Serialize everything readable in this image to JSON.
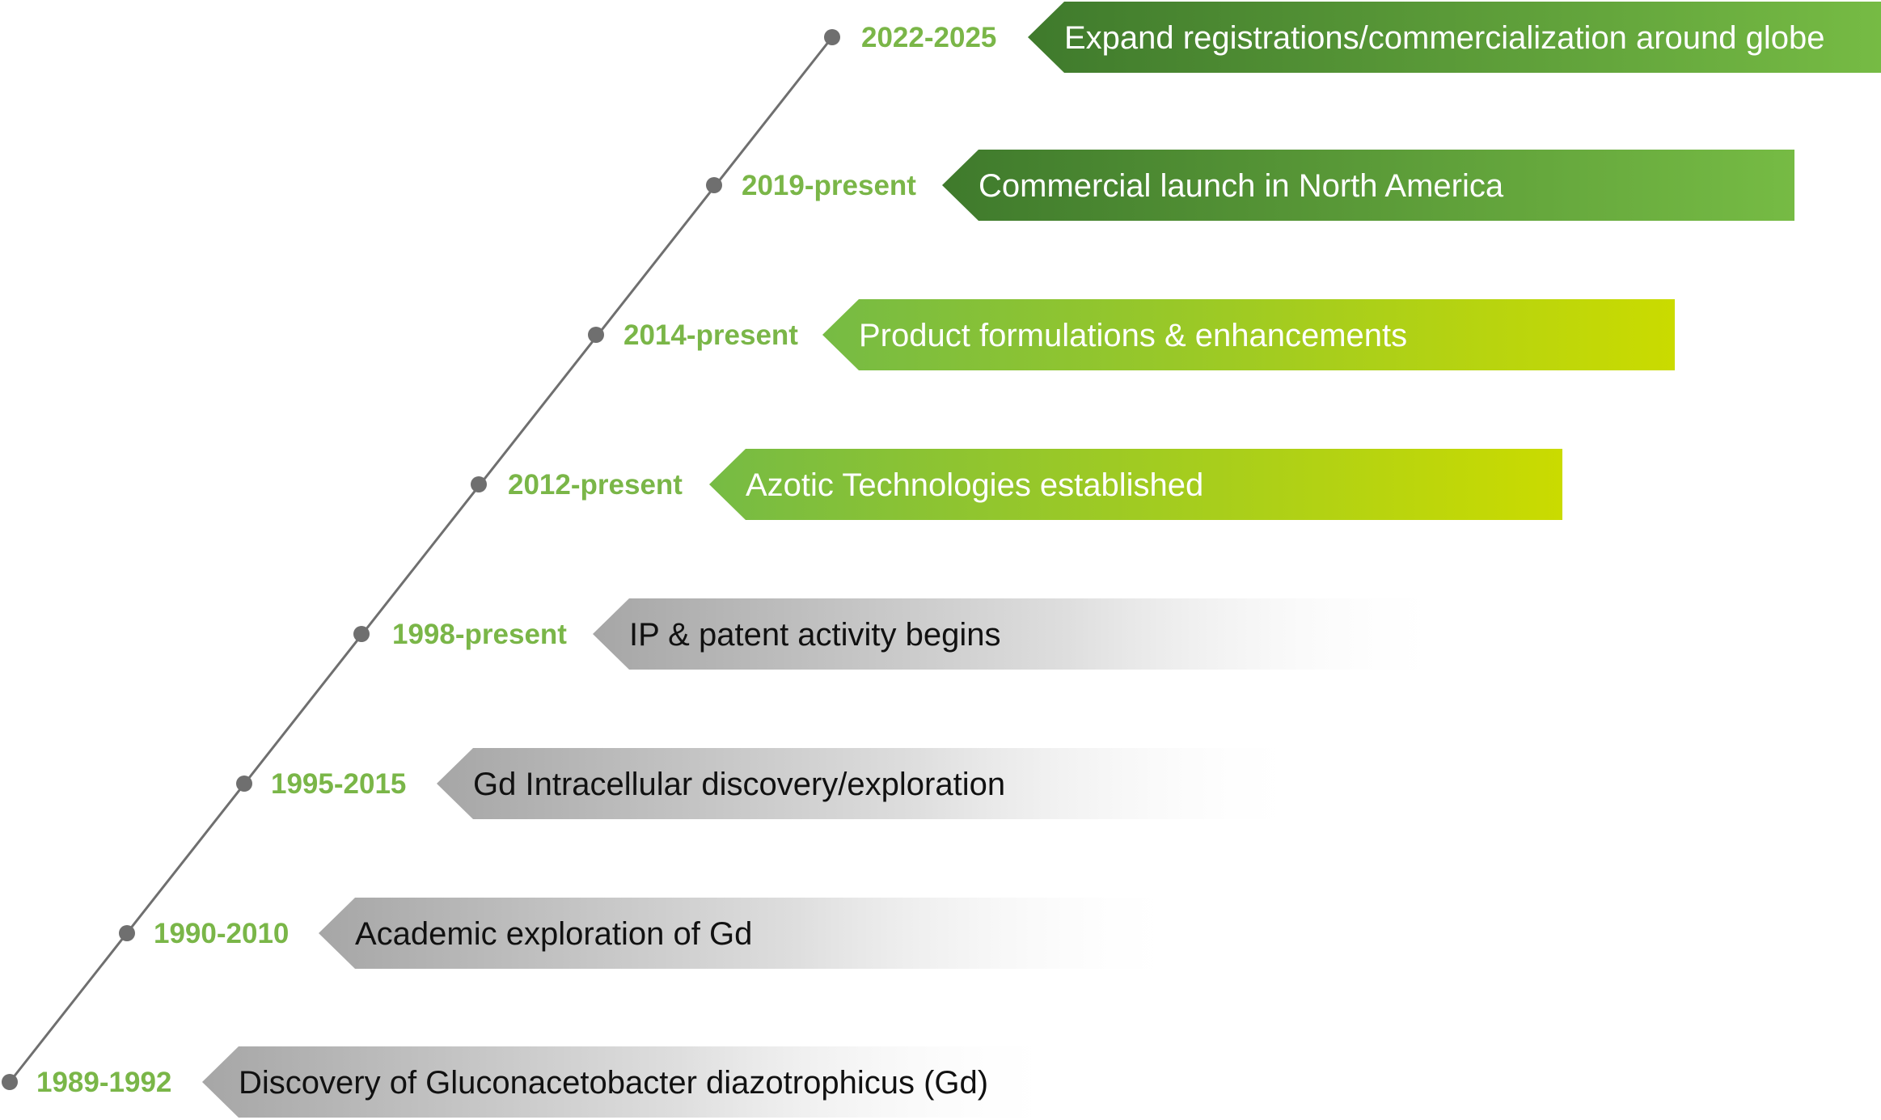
{
  "timeline": {
    "colors": {
      "line": "#6f6f6f",
      "dot": "#6f6f6f",
      "year_text": "#7ab648",
      "green_dark": "#3f7a2c",
      "green_mid": "#76bb44",
      "green_light": "#cadb00",
      "gray": "#a6a6a6",
      "white": "#ffffff",
      "dark_text": "#111111"
    },
    "milestones": [
      {
        "year": "1989-1992",
        "label": "Discovery of Gluconacetobacter diazotrophicus (Gd)",
        "style": "gray"
      },
      {
        "year": "1990-2010",
        "label": "Academic exploration of Gd",
        "style": "gray"
      },
      {
        "year": "1995-2015",
        "label": "Gd Intracellular discovery/exploration",
        "style": "gray"
      },
      {
        "year": "1998-present",
        "label": "IP & patent activity begins",
        "style": "gray"
      },
      {
        "year": "2012-present",
        "label": "Azotic Technologies established",
        "style": "lime"
      },
      {
        "year": "2014-present",
        "label": "Product formulations & enhancements",
        "style": "lime"
      },
      {
        "year": "2019-present",
        "label": "Commercial launch in North America",
        "style": "dark-green"
      },
      {
        "year": "2022-2025",
        "label": "Expand registrations/commercialization around globe",
        "style": "dark-green"
      }
    ]
  }
}
